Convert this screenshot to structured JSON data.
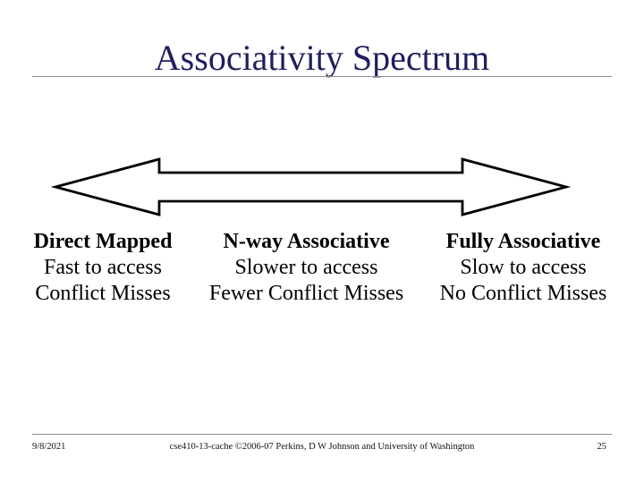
{
  "slide": {
    "title": "Associativity Spectrum",
    "arrow": {
      "name": "double-headed-arrow",
      "direction": "horizontal",
      "fill": "#ffffff",
      "outline": "#000000"
    },
    "columns": [
      {
        "heading": "Direct Mapped",
        "line2": "Fast to access",
        "line3": "Conflict Misses"
      },
      {
        "heading": "N-way Associative",
        "line2": "Slower to access",
        "line3": "Fewer Conflict Misses"
      },
      {
        "heading": "Fully Associative",
        "line2": "Slow to access",
        "line3": "No Conflict Misses"
      }
    ],
    "footer": {
      "date": "9/8/2021",
      "credit": "cse410-13-cache ©2006-07 Perkins, D W Johnson and University of Washington",
      "page_number": "25"
    },
    "colors": {
      "background": "#ffffff",
      "title_text": "#1f1f5e",
      "body_text": "#000000",
      "divider_line": "#8c8c8c",
      "arrow_outline": "#000000"
    }
  }
}
